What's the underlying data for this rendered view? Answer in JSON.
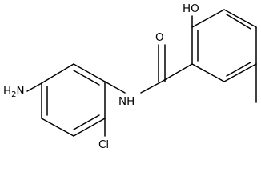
{
  "molecule": {
    "atoms": {
      "amine": {
        "main": "H",
        "sub": "2",
        "tail": "N"
      },
      "chloro": "Cl",
      "amide_nh": "NH",
      "carbonyl_o": "O",
      "hydroxyl": "HO"
    },
    "colors": {
      "ink": "#000000",
      "background": "#ffffff"
    }
  }
}
